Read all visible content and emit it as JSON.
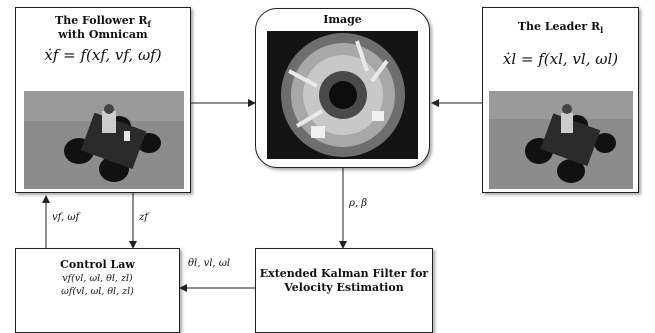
{
  "follower": {
    "title_line1": "The Follower R",
    "title_sub": "f",
    "title_line2": "with Omnicam",
    "equation": "ẋf = f(xf, vf, ωf)"
  },
  "image_box": {
    "title": "Image"
  },
  "leader": {
    "title": "The Leader R",
    "title_sub": "l",
    "equation": "ẋl = f(xl, vl, ωl)"
  },
  "control_law": {
    "title": "Control Law",
    "line1": "vf(vl, ωl, θl, zl)",
    "line2": "ωf(vl, ωl, θl, zl)"
  },
  "ekf": {
    "title_line1": "Extended Kalman Filter for",
    "title_line2": "Velocity Estimation"
  },
  "arrow_labels": {
    "control_to_follower": "vf, ωf",
    "follower_to_control": "zf",
    "image_to_ekf": "ρ, β",
    "ekf_to_control": "θl, vl, ωl"
  }
}
